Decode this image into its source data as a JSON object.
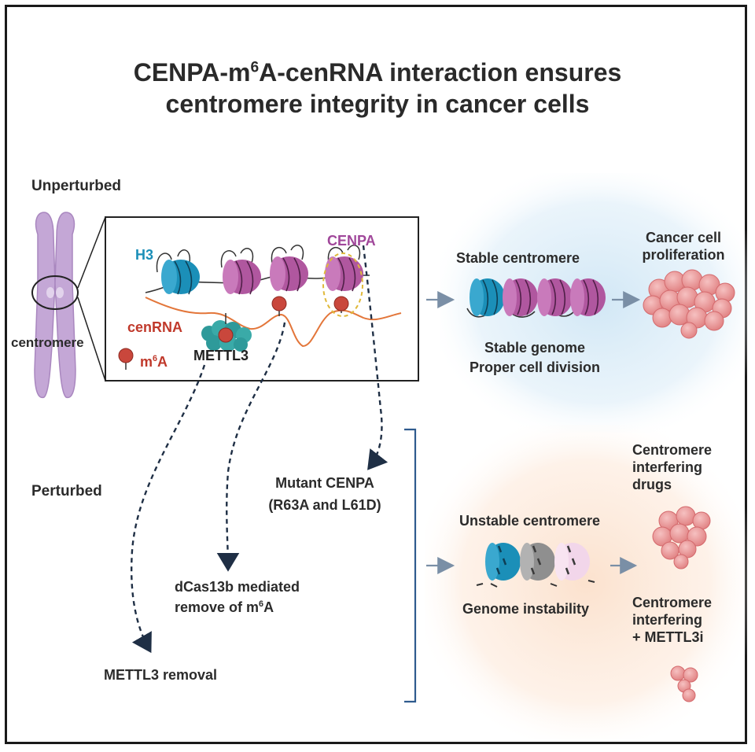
{
  "title": {
    "line1_pre": "CENPA-m",
    "line1_sup": "6",
    "line1_post": "A-cenRNA interaction ensures",
    "line2": "centromere integrity in cancer cells"
  },
  "unperturbed": {
    "label": "Unperturbed",
    "centromere_label": "centromere",
    "h3_label": "H3",
    "cenpa_label": "CENPA",
    "cenrna_label": "cenRNA",
    "m6a_pre": "m",
    "m6a_sup": "6",
    "m6a_post": "A",
    "mettl3_label": "METTL3",
    "stable_centromere": "Stable centromere",
    "stable_genome": "Stable genome",
    "proper_division": "Proper cell division",
    "cancer_prolif_1": "Cancer cell",
    "cancer_prolif_2": "proliferation"
  },
  "perturbed": {
    "label": "Perturbed",
    "mutant_1": "Mutant CENPA",
    "mutant_2": "(R63A and L61D)",
    "dcas_1": "dCas13b mediated",
    "dcas_2_pre": "remove of m",
    "dcas_2_sup": "6",
    "dcas_2_post": "A",
    "mettl3_removal": "METTL3 removal",
    "unstable_centromere": "Unstable centromere",
    "genome_instability": "Genome instability",
    "drugs_1": "Centromere",
    "drugs_2": "interfering",
    "drugs_3": "drugs",
    "combo_1": "Centromere",
    "combo_2": "interfering",
    "combo_3": "+ METTL3i"
  },
  "colors": {
    "h3": "#1b8fb8",
    "cenpa": "#b0579f",
    "cenrna": "#e3763a",
    "m6a": "#c9473c",
    "mettl3": "#2e9a9a",
    "chromosome": "#c4a7d6",
    "arrow": "#7a8fa6",
    "dashed": "#1f2f45",
    "bracket": "#2f5b8e",
    "cell": "#e89494",
    "cenrna_text": "#c0392b",
    "h3_text": "#1b8fb8",
    "cenpa_text": "#a0479a"
  }
}
